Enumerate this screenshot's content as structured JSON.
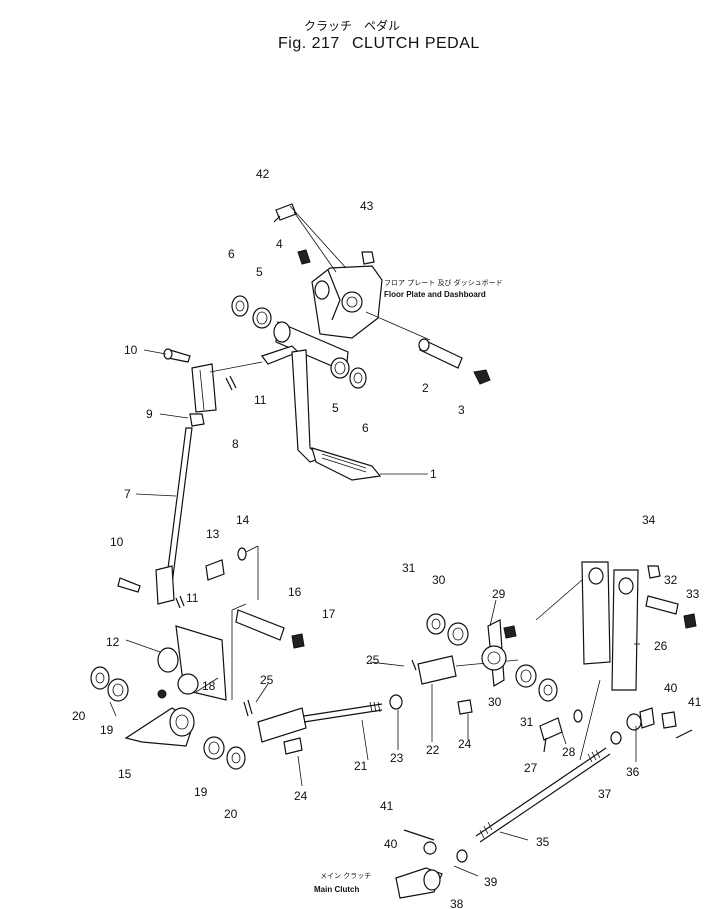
{
  "header": {
    "title_jp": "クラッチ　ペダル",
    "figure_number": "Fig. 217",
    "title_en": "CLUTCH PEDAL"
  },
  "notes": {
    "floor_plate_jp": "フロア プレート 及び ダッシュボード",
    "floor_plate_en": "Floor Plate and Dashboard",
    "main_clutch_jp": "メイン クラッチ",
    "main_clutch_en": "Main Clutch"
  },
  "callouts": [
    {
      "id": "c1",
      "label": "1"
    },
    {
      "id": "c2",
      "label": "2"
    },
    {
      "id": "c3",
      "label": "3"
    },
    {
      "id": "c4",
      "label": "4"
    },
    {
      "id": "c5a",
      "label": "5"
    },
    {
      "id": "c5b",
      "label": "5"
    },
    {
      "id": "c6a",
      "label": "6"
    },
    {
      "id": "c6b",
      "label": "6"
    },
    {
      "id": "c7",
      "label": "7"
    },
    {
      "id": "c8",
      "label": "8"
    },
    {
      "id": "c9",
      "label": "9"
    },
    {
      "id": "c10a",
      "label": "10"
    },
    {
      "id": "c10b",
      "label": "10"
    },
    {
      "id": "c11a",
      "label": "11"
    },
    {
      "id": "c11b",
      "label": "11"
    },
    {
      "id": "c12",
      "label": "12"
    },
    {
      "id": "c13",
      "label": "13"
    },
    {
      "id": "c14",
      "label": "14"
    },
    {
      "id": "c15",
      "label": "15"
    },
    {
      "id": "c16",
      "label": "16"
    },
    {
      "id": "c17",
      "label": "17"
    },
    {
      "id": "c18",
      "label": "18"
    },
    {
      "id": "c19a",
      "label": "19"
    },
    {
      "id": "c19b",
      "label": "19"
    },
    {
      "id": "c20a",
      "label": "20"
    },
    {
      "id": "c20b",
      "label": "20"
    },
    {
      "id": "c21",
      "label": "21"
    },
    {
      "id": "c22",
      "label": "22"
    },
    {
      "id": "c23",
      "label": "23"
    },
    {
      "id": "c24a",
      "label": "24"
    },
    {
      "id": "c24b",
      "label": "24"
    },
    {
      "id": "c25a",
      "label": "25"
    },
    {
      "id": "c25b",
      "label": "25"
    },
    {
      "id": "c26",
      "label": "26"
    },
    {
      "id": "c27",
      "label": "27"
    },
    {
      "id": "c28",
      "label": "28"
    },
    {
      "id": "c29",
      "label": "29"
    },
    {
      "id": "c30a",
      "label": "30"
    },
    {
      "id": "c30b",
      "label": "30"
    },
    {
      "id": "c31a",
      "label": "31"
    },
    {
      "id": "c31b",
      "label": "31"
    },
    {
      "id": "c32",
      "label": "32"
    },
    {
      "id": "c33",
      "label": "33"
    },
    {
      "id": "c34",
      "label": "34"
    },
    {
      "id": "c35",
      "label": "35"
    },
    {
      "id": "c36",
      "label": "36"
    },
    {
      "id": "c37",
      "label": "37"
    },
    {
      "id": "c38",
      "label": "38"
    },
    {
      "id": "c39",
      "label": "39"
    },
    {
      "id": "c40a",
      "label": "40"
    },
    {
      "id": "c40b",
      "label": "40"
    },
    {
      "id": "c41a",
      "label": "41"
    },
    {
      "id": "c41b",
      "label": "41"
    },
    {
      "id": "c42",
      "label": "42"
    },
    {
      "id": "c43",
      "label": "43"
    }
  ]
}
